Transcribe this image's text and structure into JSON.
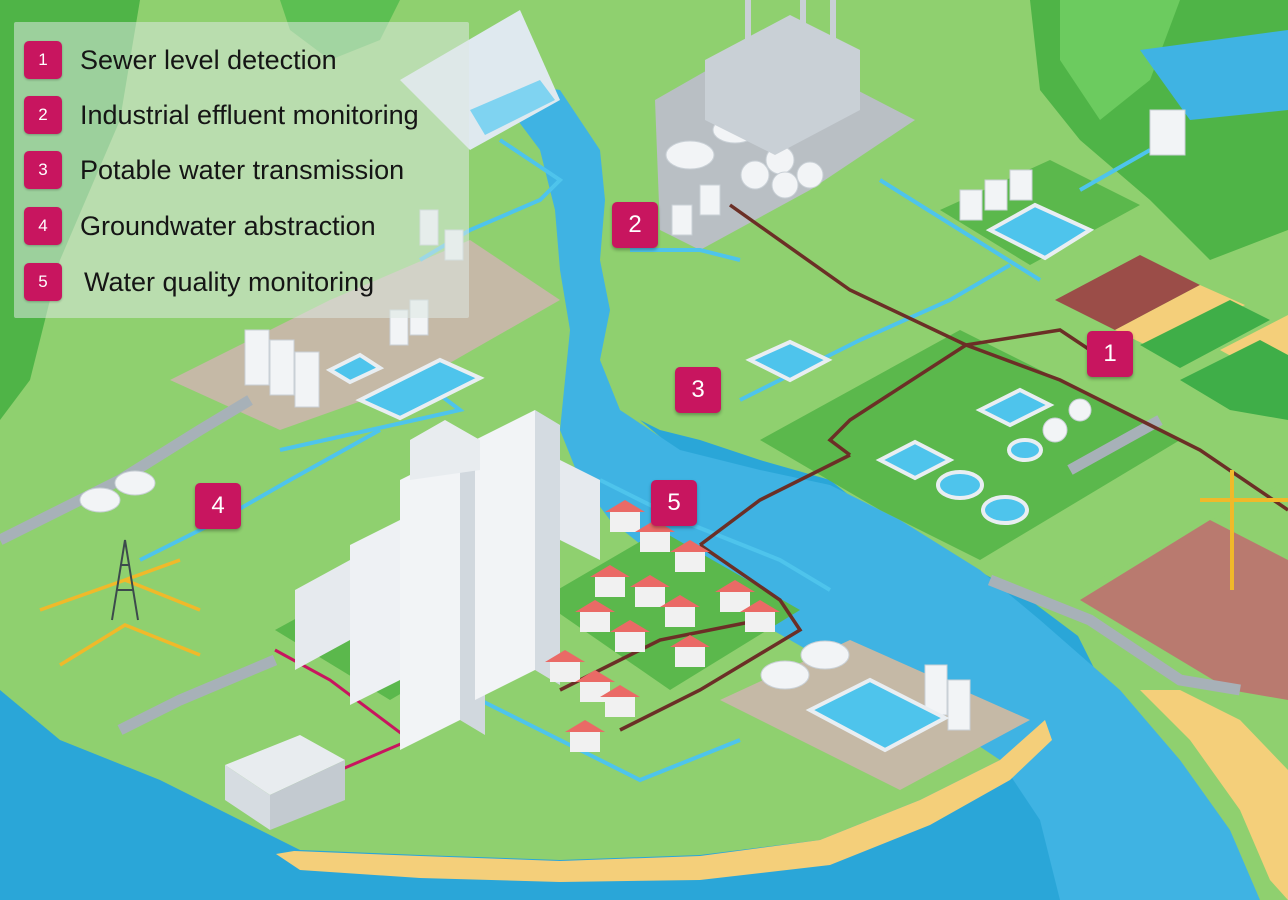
{
  "legend": {
    "items": [
      {
        "number": "1",
        "label": "Sewer level detection"
      },
      {
        "number": "2",
        "label": "Industrial effluent monitoring"
      },
      {
        "number": "3",
        "label": "Potable water transmission"
      },
      {
        "number": "4",
        "label": "Groundwater abstraction"
      },
      {
        "number": "5",
        "label": "Water quality monitoring"
      }
    ]
  },
  "markers": {
    "m1": "1",
    "m2": "2",
    "m3": "3",
    "m4": "4",
    "m5": "5"
  },
  "colors": {
    "marker": "#c8155f",
    "water": "#2aa6d8",
    "river": "#3fb3e3",
    "land": "#8fd06f",
    "land_dark": "#5bb84c",
    "sand": "#f4cf7a",
    "sewer_pipe": "#6b2f26",
    "water_pipe": "#4ec4ec",
    "gas_pipe": "#f0b92a"
  }
}
